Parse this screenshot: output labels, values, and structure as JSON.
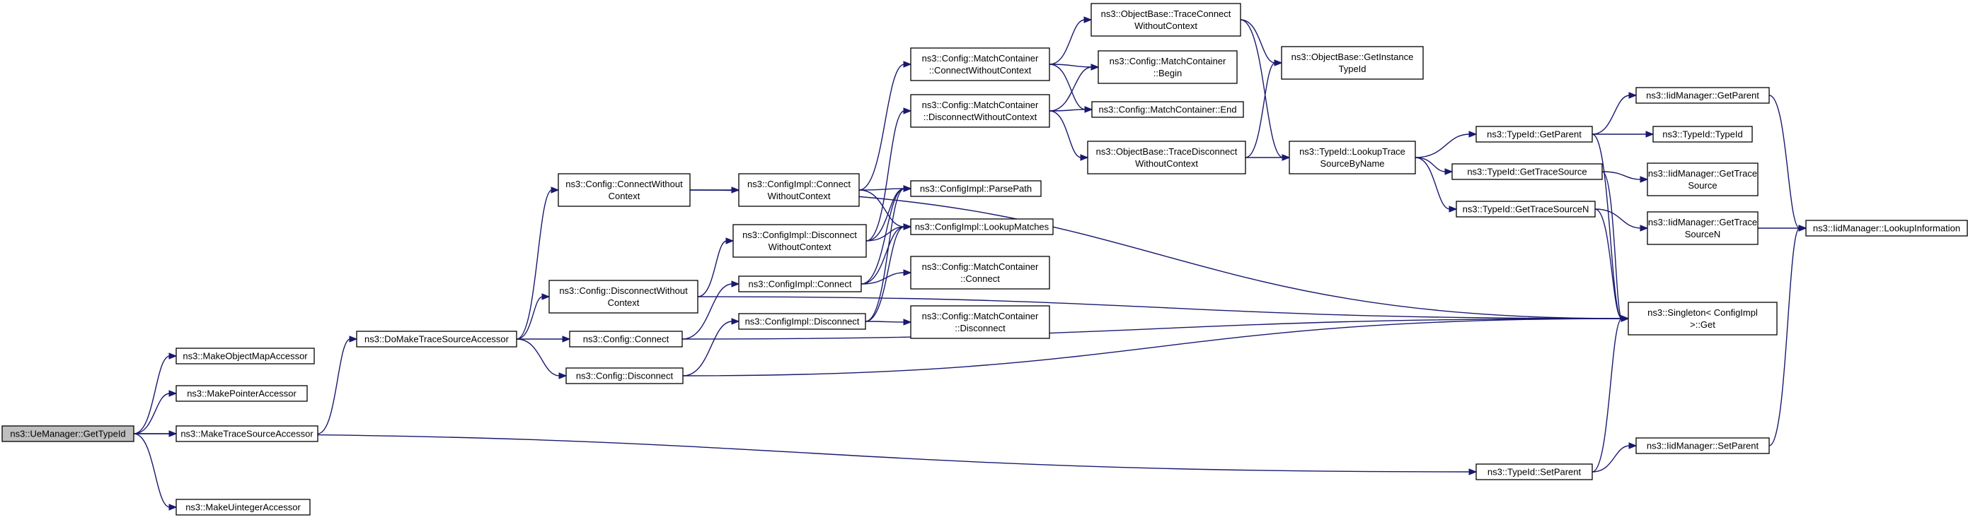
{
  "diagram": {
    "title": "",
    "nodes": [
      {
        "id": "getTypeId",
        "lines": [
          "ns3::UeManager::GetTypeId"
        ],
        "root": true
      },
      {
        "id": "makeObjectMap",
        "lines": [
          "ns3::MakeObjectMapAccessor"
        ]
      },
      {
        "id": "makePointer",
        "lines": [
          "ns3::MakePointerAccessor"
        ]
      },
      {
        "id": "makeTraceSource",
        "lines": [
          "ns3::MakeTraceSourceAccessor"
        ]
      },
      {
        "id": "makeUinteger",
        "lines": [
          "ns3::MakeUintegerAccessor"
        ]
      },
      {
        "id": "doMakeTrace",
        "lines": [
          "ns3::DoMakeTraceSourceAccessor"
        ]
      },
      {
        "id": "cfgConnectWoCtx",
        "lines": [
          "ns3::Config::ConnectWithout",
          "Context"
        ]
      },
      {
        "id": "cfgDisconnectWoCtx",
        "lines": [
          "ns3::Config::DisconnectWithout",
          "Context"
        ]
      },
      {
        "id": "cfgConnect",
        "lines": [
          "ns3::Config::Connect"
        ]
      },
      {
        "id": "cfgDisconnect",
        "lines": [
          "ns3::Config::Disconnect"
        ]
      },
      {
        "id": "implConnectWoCtx",
        "lines": [
          "ns3::ConfigImpl::Connect",
          "WithoutContext"
        ]
      },
      {
        "id": "implDisconnectWoCtx",
        "lines": [
          "ns3::ConfigImpl::Disconnect",
          "WithoutContext"
        ]
      },
      {
        "id": "implConnect",
        "lines": [
          "ns3::ConfigImpl::Connect"
        ]
      },
      {
        "id": "implDisconnect",
        "lines": [
          "ns3::ConfigImpl::Disconnect"
        ]
      },
      {
        "id": "mcConnectWoCtx",
        "lines": [
          "ns3::Config::MatchContainer",
          "::ConnectWithoutContext"
        ]
      },
      {
        "id": "mcDisconnectWoCtx",
        "lines": [
          "ns3::Config::MatchContainer",
          "::DisconnectWithoutContext"
        ]
      },
      {
        "id": "parsePath",
        "lines": [
          "ns3::ConfigImpl::ParsePath"
        ]
      },
      {
        "id": "lookupMatches",
        "lines": [
          "ns3::ConfigImpl::LookupMatches"
        ]
      },
      {
        "id": "mcConnect",
        "lines": [
          "ns3::Config::MatchContainer",
          "::Connect"
        ]
      },
      {
        "id": "mcDisconnect",
        "lines": [
          "ns3::Config::MatchContainer",
          "::Disconnect"
        ]
      },
      {
        "id": "obTraceConnectWoCtx",
        "lines": [
          "ns3::ObjectBase::TraceConnect",
          "WithoutContext"
        ]
      },
      {
        "id": "mcBegin",
        "lines": [
          "ns3::Config::MatchContainer",
          "::Begin"
        ]
      },
      {
        "id": "mcEnd",
        "lines": [
          "ns3::Config::MatchContainer::End"
        ]
      },
      {
        "id": "obTraceDisconnectWoCtx",
        "lines": [
          "ns3::ObjectBase::TraceDisconnect",
          "WithoutContext"
        ]
      },
      {
        "id": "obGetInstanceTypeId",
        "lines": [
          "ns3::ObjectBase::GetInstance",
          "TypeId"
        ]
      },
      {
        "id": "lookupTraceSource",
        "lines": [
          "ns3::TypeId::LookupTrace",
          "SourceByName"
        ]
      },
      {
        "id": "typeIdGetParent",
        "lines": [
          "ns3::TypeId::GetParent"
        ]
      },
      {
        "id": "typeIdGetTraceSource",
        "lines": [
          "ns3::TypeId::GetTraceSource"
        ]
      },
      {
        "id": "typeIdGetTraceSourceN",
        "lines": [
          "ns3::TypeId::GetTraceSourceN"
        ]
      },
      {
        "id": "typeIdSetParent",
        "lines": [
          "ns3::TypeId::SetParent"
        ]
      },
      {
        "id": "iidGetParent",
        "lines": [
          "ns3::IidManager::GetParent"
        ]
      },
      {
        "id": "typeIdTypeId",
        "lines": [
          "ns3::TypeId::TypeId"
        ]
      },
      {
        "id": "iidGetTraceSource",
        "lines": [
          "ns3::IidManager::GetTrace",
          "Source"
        ]
      },
      {
        "id": "iidGetTraceSourceN",
        "lines": [
          "ns3::IidManager::GetTrace",
          "SourceN"
        ]
      },
      {
        "id": "singletonGet",
        "lines": [
          "ns3::Singleton< ConfigImpl",
          ">::Get"
        ]
      },
      {
        "id": "iidSetParent",
        "lines": [
          "ns3::IidManager::SetParent"
        ]
      },
      {
        "id": "iidLookupInfo",
        "lines": [
          "ns3::IidManager::LookupInformation"
        ]
      }
    ],
    "edges": [
      [
        "getTypeId",
        "makeObjectMap"
      ],
      [
        "getTypeId",
        "makePointer"
      ],
      [
        "getTypeId",
        "makeTraceSource"
      ],
      [
        "getTypeId",
        "makeUinteger"
      ],
      [
        "getTypeId",
        "typeIdSetParent"
      ],
      [
        "makeTraceSource",
        "doMakeTrace"
      ],
      [
        "doMakeTrace",
        "cfgConnectWoCtx"
      ],
      [
        "doMakeTrace",
        "cfgDisconnectWoCtx"
      ],
      [
        "doMakeTrace",
        "cfgConnect"
      ],
      [
        "doMakeTrace",
        "cfgDisconnect"
      ],
      [
        "cfgConnectWoCtx",
        "implConnectWoCtx"
      ],
      [
        "cfgConnectWoCtx",
        "singletonGet"
      ],
      [
        "cfgDisconnectWoCtx",
        "implDisconnectWoCtx"
      ],
      [
        "cfgDisconnectWoCtx",
        "singletonGet"
      ],
      [
        "cfgConnect",
        "implConnect"
      ],
      [
        "cfgConnect",
        "singletonGet"
      ],
      [
        "cfgDisconnect",
        "implDisconnect"
      ],
      [
        "cfgDisconnect",
        "singletonGet"
      ],
      [
        "implConnectWoCtx",
        "mcConnectWoCtx"
      ],
      [
        "implConnectWoCtx",
        "parsePath"
      ],
      [
        "implConnectWoCtx",
        "lookupMatches"
      ],
      [
        "implDisconnectWoCtx",
        "mcDisconnectWoCtx"
      ],
      [
        "implDisconnectWoCtx",
        "parsePath"
      ],
      [
        "implDisconnectWoCtx",
        "lookupMatches"
      ],
      [
        "implConnect",
        "parsePath"
      ],
      [
        "implConnect",
        "lookupMatches"
      ],
      [
        "implConnect",
        "mcConnect"
      ],
      [
        "implDisconnect",
        "parsePath"
      ],
      [
        "implDisconnect",
        "lookupMatches"
      ],
      [
        "implDisconnect",
        "mcDisconnect"
      ],
      [
        "mcConnectWoCtx",
        "obTraceConnectWoCtx"
      ],
      [
        "mcConnectWoCtx",
        "mcBegin"
      ],
      [
        "mcConnectWoCtx",
        "mcEnd"
      ],
      [
        "mcDisconnectWoCtx",
        "mcBegin"
      ],
      [
        "mcDisconnectWoCtx",
        "mcEnd"
      ],
      [
        "mcDisconnectWoCtx",
        "obTraceDisconnectWoCtx"
      ],
      [
        "obTraceConnectWoCtx",
        "obGetInstanceTypeId"
      ],
      [
        "obTraceConnectWoCtx",
        "lookupTraceSource"
      ],
      [
        "obTraceDisconnectWoCtx",
        "obGetInstanceTypeId"
      ],
      [
        "obTraceDisconnectWoCtx",
        "lookupTraceSource"
      ],
      [
        "lookupTraceSource",
        "typeIdGetParent"
      ],
      [
        "lookupTraceSource",
        "typeIdGetTraceSource"
      ],
      [
        "lookupTraceSource",
        "typeIdGetTraceSourceN"
      ],
      [
        "typeIdGetParent",
        "iidGetParent"
      ],
      [
        "typeIdGetParent",
        "typeIdTypeId"
      ],
      [
        "typeIdGetParent",
        "singletonGet"
      ],
      [
        "typeIdGetTraceSource",
        "iidGetTraceSource"
      ],
      [
        "typeIdGetTraceSource",
        "singletonGet"
      ],
      [
        "typeIdGetTraceSourceN",
        "iidGetTraceSourceN"
      ],
      [
        "typeIdGetTraceSourceN",
        "singletonGet"
      ],
      [
        "typeIdSetParent",
        "iidSetParent"
      ],
      [
        "typeIdSetParent",
        "singletonGet"
      ],
      [
        "iidGetParent",
        "iidLookupInfo"
      ],
      [
        "iidGetTraceSourceN",
        "iidLookupInfo"
      ],
      [
        "iidSetParent",
        "iidLookupInfo"
      ]
    ]
  },
  "colors": {
    "edge": "#191970",
    "root_fill": "#bfbfbf",
    "node_fill": "#ffffff",
    "border": "#000000"
  }
}
